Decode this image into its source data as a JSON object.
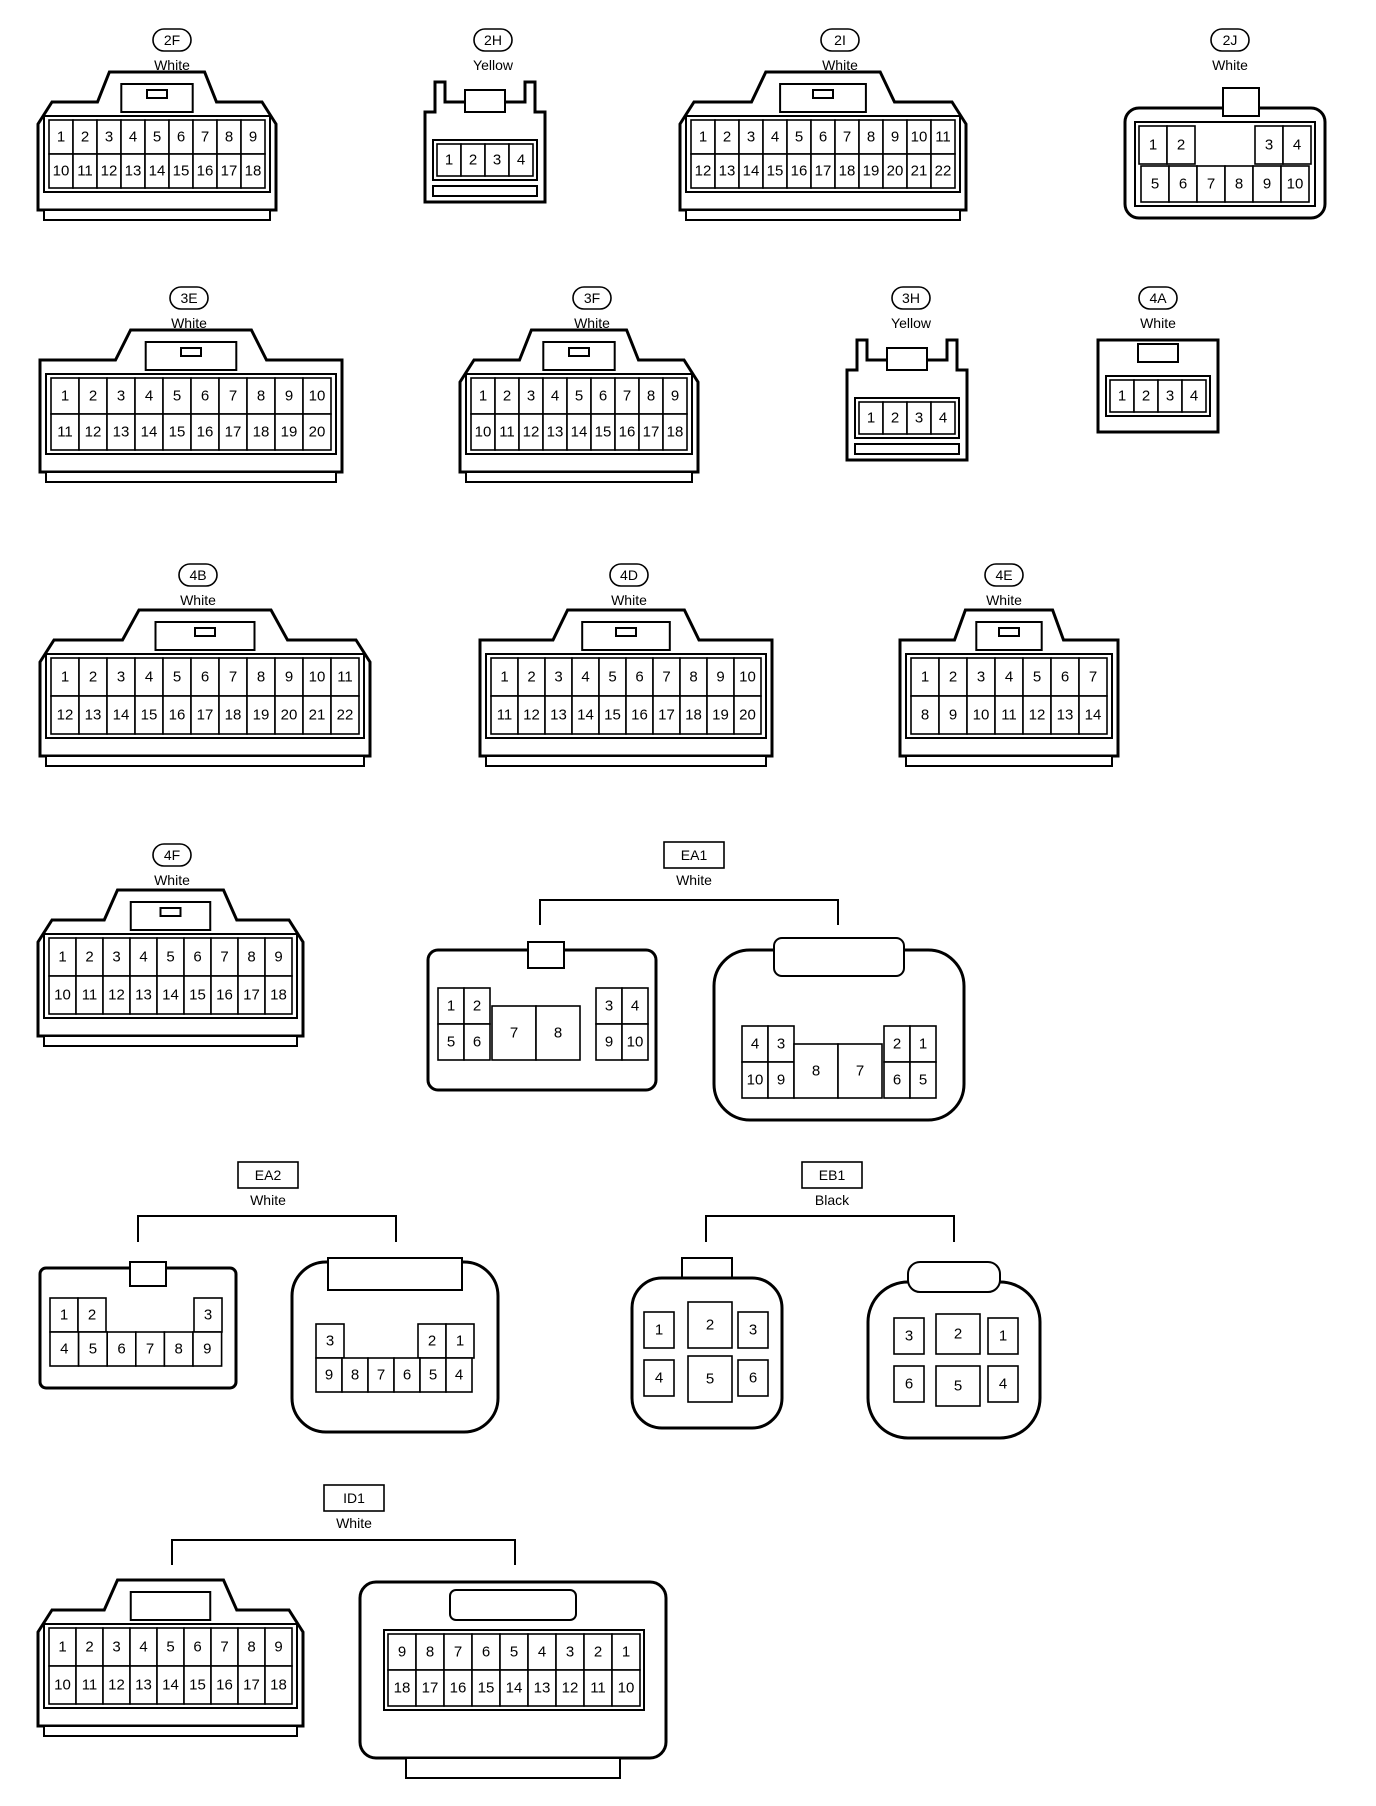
{
  "connectors": [
    {
      "id": "2F",
      "tag_style": "pill",
      "color": "White",
      "pins_top": [
        "1",
        "2",
        "3",
        "4",
        "5",
        "6",
        "7",
        "8",
        "9"
      ],
      "pins_bottom": [
        "10",
        "11",
        "12",
        "13",
        "14",
        "15",
        "16",
        "17",
        "18"
      ]
    },
    {
      "id": "2H",
      "tag_style": "pill",
      "color": "Yellow",
      "pins_top": [
        "1",
        "2",
        "3",
        "4"
      ],
      "pins_bottom": []
    },
    {
      "id": "2I",
      "tag_style": "pill",
      "color": "White",
      "pins_top": [
        "1",
        "2",
        "3",
        "4",
        "5",
        "6",
        "7",
        "8",
        "9",
        "10",
        "11"
      ],
      "pins_bottom": [
        "12",
        "13",
        "14",
        "15",
        "16",
        "17",
        "18",
        "19",
        "20",
        "21",
        "22"
      ]
    },
    {
      "id": "2J",
      "tag_style": "pill",
      "color": "White",
      "pins_top": [
        "1",
        "2",
        "3",
        "4"
      ],
      "pins_bottom": [
        "5",
        "6",
        "7",
        "8",
        "9",
        "10"
      ]
    },
    {
      "id": "3E",
      "tag_style": "pill",
      "color": "White",
      "pins_top": [
        "1",
        "2",
        "3",
        "4",
        "5",
        "6",
        "7",
        "8",
        "9",
        "10"
      ],
      "pins_bottom": [
        "11",
        "12",
        "13",
        "14",
        "15",
        "16",
        "17",
        "18",
        "19",
        "20"
      ]
    },
    {
      "id": "3F",
      "tag_style": "pill",
      "color": "White",
      "pins_top": [
        "1",
        "2",
        "3",
        "4",
        "5",
        "6",
        "7",
        "8",
        "9"
      ],
      "pins_bottom": [
        "10",
        "11",
        "12",
        "13",
        "14",
        "15",
        "16",
        "17",
        "18"
      ]
    },
    {
      "id": "3H",
      "tag_style": "pill",
      "color": "Yellow",
      "pins_top": [
        "1",
        "2",
        "3",
        "4"
      ],
      "pins_bottom": []
    },
    {
      "id": "4A",
      "tag_style": "pill",
      "color": "White",
      "pins_top": [
        "1",
        "2",
        "3",
        "4"
      ],
      "pins_bottom": []
    },
    {
      "id": "4B",
      "tag_style": "pill",
      "color": "White",
      "pins_top": [
        "1",
        "2",
        "3",
        "4",
        "5",
        "6",
        "7",
        "8",
        "9",
        "10",
        "11"
      ],
      "pins_bottom": [
        "12",
        "13",
        "14",
        "15",
        "16",
        "17",
        "18",
        "19",
        "20",
        "21",
        "22"
      ]
    },
    {
      "id": "4D",
      "tag_style": "pill",
      "color": "White",
      "pins_top": [
        "1",
        "2",
        "3",
        "4",
        "5",
        "6",
        "7",
        "8",
        "9",
        "10"
      ],
      "pins_bottom": [
        "11",
        "12",
        "13",
        "14",
        "15",
        "16",
        "17",
        "18",
        "19",
        "20"
      ]
    },
    {
      "id": "4E",
      "tag_style": "pill",
      "color": "White",
      "pins_top": [
        "1",
        "2",
        "3",
        "4",
        "5",
        "6",
        "7"
      ],
      "pins_bottom": [
        "8",
        "9",
        "10",
        "11",
        "12",
        "13",
        "14"
      ]
    },
    {
      "id": "4F",
      "tag_style": "pill",
      "color": "White",
      "pins_top": [
        "1",
        "2",
        "3",
        "4",
        "5",
        "6",
        "7",
        "8",
        "9"
      ],
      "pins_bottom": [
        "10",
        "11",
        "12",
        "13",
        "14",
        "15",
        "16",
        "17",
        "18"
      ]
    },
    {
      "id": "EA1",
      "tag_style": "box",
      "color": "White",
      "male": {
        "left_top": [
          "1",
          "2"
        ],
        "left_bottom": [
          "5",
          "6"
        ],
        "center": [
          "7",
          "8"
        ],
        "right_top": [
          "3",
          "4"
        ],
        "right_bottom": [
          "9",
          "10"
        ]
      },
      "female": {
        "left_top": [
          "4",
          "3"
        ],
        "left_bottom": [
          "10",
          "9"
        ],
        "center": [
          "8",
          "7"
        ],
        "right_top": [
          "2",
          "1"
        ],
        "right_bottom": [
          "6",
          "5"
        ]
      }
    },
    {
      "id": "EA2",
      "tag_style": "box",
      "color": "White",
      "male": {
        "top_left": [
          "1",
          "2"
        ],
        "top_right": [
          "3"
        ],
        "bottom": [
          "4",
          "5",
          "6",
          "7",
          "8",
          "9"
        ]
      },
      "female": {
        "top_left": [
          "3"
        ],
        "top_right": [
          "2",
          "1"
        ],
        "bottom": [
          "9",
          "8",
          "7",
          "6",
          "5",
          "4"
        ]
      }
    },
    {
      "id": "EB1",
      "tag_style": "box",
      "color": "Black",
      "male": {
        "top": [
          "1",
          "2",
          "3"
        ],
        "bottom": [
          "4",
          "5",
          "6"
        ]
      },
      "female": {
        "top": [
          "3",
          "2",
          "1"
        ],
        "bottom": [
          "6",
          "5",
          "4"
        ]
      }
    },
    {
      "id": "ID1",
      "tag_style": "box",
      "color": "White",
      "male": {
        "pins_top": [
          "1",
          "2",
          "3",
          "4",
          "5",
          "6",
          "7",
          "8",
          "9"
        ],
        "pins_bottom": [
          "10",
          "11",
          "12",
          "13",
          "14",
          "15",
          "16",
          "17",
          "18"
        ]
      },
      "female": {
        "pins_top": [
          "9",
          "8",
          "7",
          "6",
          "5",
          "4",
          "3",
          "2",
          "1"
        ],
        "pins_bottom": [
          "18",
          "17",
          "16",
          "15",
          "14",
          "13",
          "12",
          "11",
          "10"
        ]
      }
    }
  ]
}
